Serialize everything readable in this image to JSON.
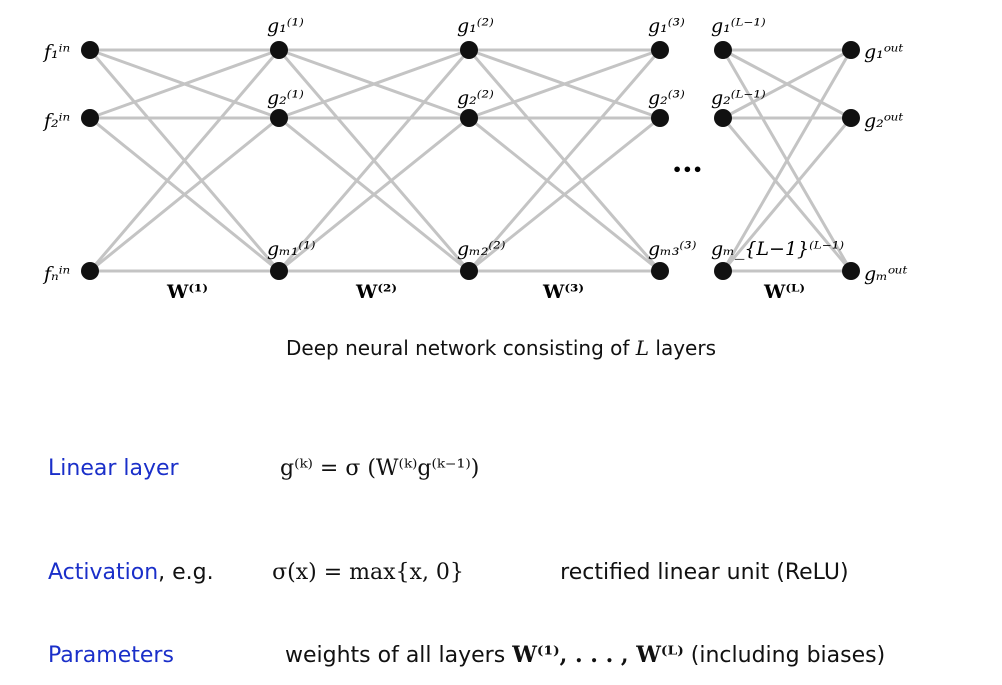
{
  "diagram": {
    "edge_color": "#c4c4c4",
    "node_color": "#111111",
    "input_labels": [
      "f₁ⁱⁿ",
      "f₂ⁱⁿ",
      "fₙⁱⁿ"
    ],
    "hidden_layers": [
      {
        "labels": [
          "g₁⁽¹⁾",
          "g₂⁽¹⁾",
          "gₘ₁⁽¹⁾"
        ]
      },
      {
        "labels": [
          "g₁⁽²⁾",
          "g₂⁽²⁾",
          "gₘ₂⁽²⁾"
        ]
      },
      {
        "labels": [
          "g₁⁽³⁾",
          "g₂⁽³⁾",
          "gₘ₃⁽³⁾"
        ]
      },
      {
        "labels": [
          "g₁⁽ᴸ⁻¹⁾",
          "g₂⁽ᴸ⁻¹⁾",
          "gₘ_{L−1}⁽ᴸ⁻¹⁾"
        ]
      }
    ],
    "output_labels": [
      "g₁ᵒᵘᵗ",
      "g₂ᵒᵘᵗ",
      "gₘᵒᵘᵗ"
    ],
    "weight_labels": [
      "W⁽¹⁾",
      "W⁽²⁾",
      "W⁽³⁾",
      "W⁽ᴸ⁾"
    ],
    "ellipsis": "•••",
    "caption_pre": "Deep neural network consisting of ",
    "caption_var": "L",
    "caption_post": " layers"
  },
  "rows": {
    "linear": {
      "label": "Linear layer",
      "formula": "g⁽ᵏ⁾ = σ (W⁽ᵏ⁾g⁽ᵏ⁻¹⁾)"
    },
    "activation": {
      "label": "Activation",
      "label_suffix": ", e.g.",
      "formula": "σ(x) = max{x, 0}",
      "note": "rectified linear unit (ReLU)"
    },
    "parameters": {
      "label": "Parameters",
      "text": "weights of all layers ",
      "formula": "W⁽¹⁾, . . . , W⁽ᴸ⁾",
      "note": "(including biases)"
    }
  },
  "colors": {
    "label_blue": "#1a2fc9"
  }
}
